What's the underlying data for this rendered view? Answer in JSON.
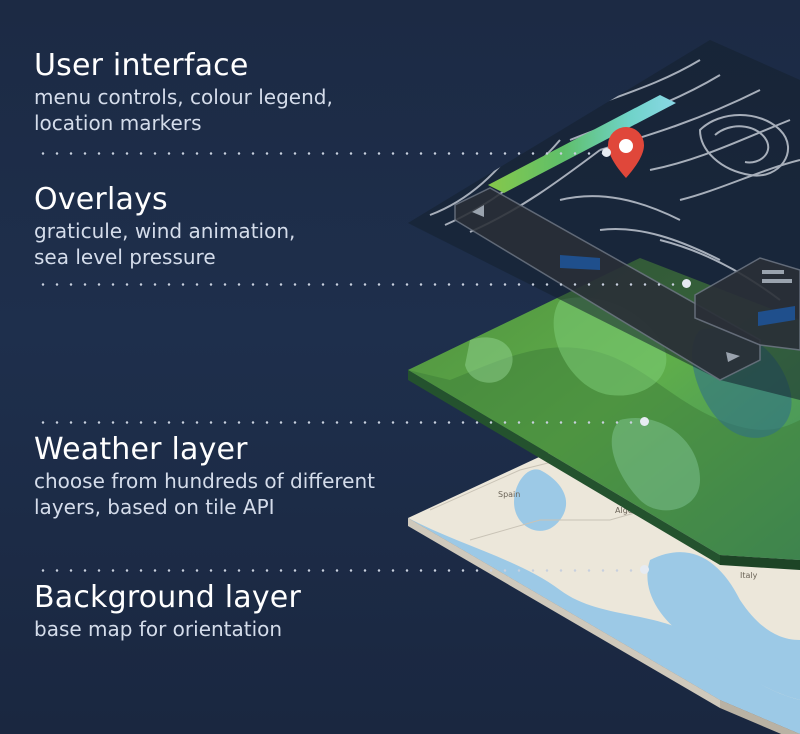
{
  "layers": [
    {
      "title": "User interface",
      "description_lines": [
        "menu controls, colour legend,",
        "location markers"
      ]
    },
    {
      "title": "Overlays",
      "description_lines": [
        "graticule, wind animation,",
        "sea level pressure"
      ]
    },
    {
      "title": "Weather layer",
      "description_lines": [
        "choose from hundreds of different",
        "layers, based on tile API"
      ]
    },
    {
      "title": "Background layer",
      "description_lines": [
        "base map for orientation"
      ]
    }
  ],
  "map_labels": {
    "spain": "Spain",
    "algeria": "Algérie",
    "italy": "Italy"
  },
  "colors": {
    "background": "#1c2a44",
    "sea": "#9cc9e6",
    "land": "#ece7da",
    "weather_green": "#5aa64a",
    "marker_red": "#e0473a",
    "legend_gradient": [
      "#86c84a",
      "#5fbf6a",
      "#6fd3c8",
      "#8ad7e6"
    ]
  },
  "icons": [
    "location-marker-icon",
    "arrow-left-icon",
    "arrow-right-icon"
  ]
}
